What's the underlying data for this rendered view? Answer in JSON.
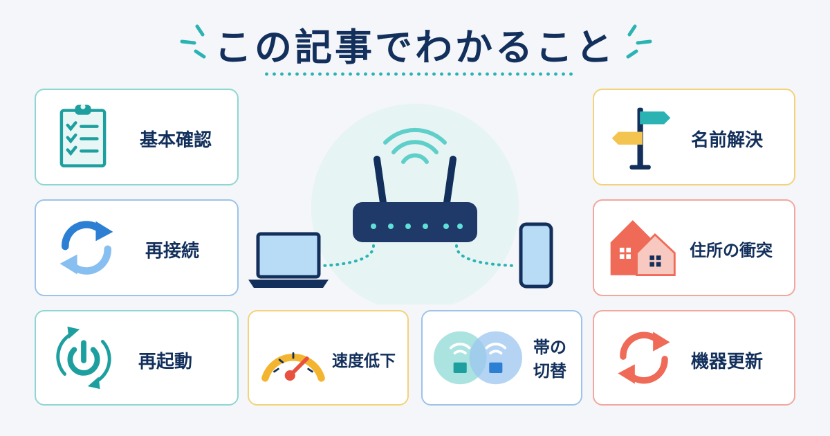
{
  "title": "この記事でわかること",
  "cards": {
    "basic_check": "基本確認",
    "reconnect": "再接続",
    "restart": "再起動",
    "speed_drop": "速度低下",
    "band_switch_line1": "帯の",
    "band_switch_line2": "切替",
    "name_resolution": "名前解決",
    "address_conflict": "住所の衝突",
    "device_update": "機器更新"
  },
  "colors": {
    "navy": "#13305c",
    "teal": "#2bb3b3",
    "blue": "#2d7fd3",
    "yellow": "#f3b52f",
    "red": "#ef6a57"
  },
  "icons": {
    "basic_check": "clipboard-checklist-icon",
    "reconnect": "sync-arrows-icon",
    "restart": "power-restart-icon",
    "speed_drop": "speedometer-icon",
    "band_switch": "dual-band-wifi-icon",
    "name_resolution": "signpost-icon",
    "address_conflict": "houses-icon",
    "device_update": "refresh-arrows-icon",
    "center": "router-with-devices-icon"
  }
}
